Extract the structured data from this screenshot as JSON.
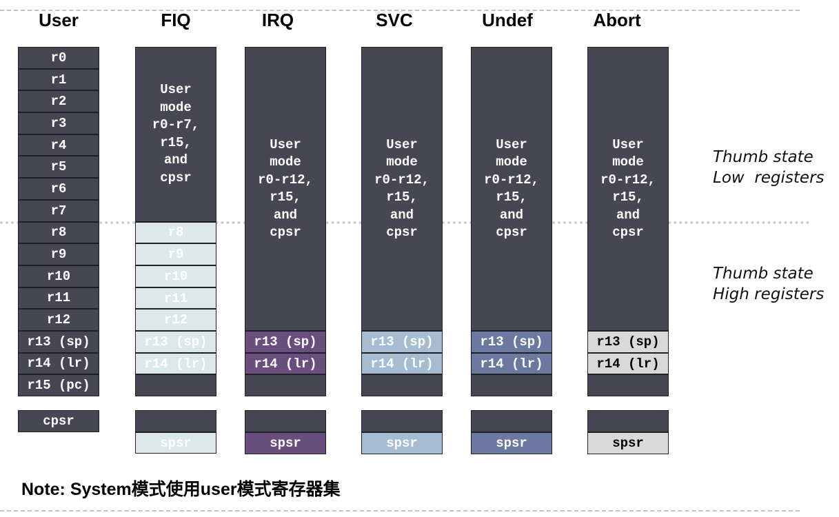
{
  "headers": [
    "User",
    "FIQ",
    "IRQ",
    "SVC",
    "Undef",
    "Abort"
  ],
  "user_regs": [
    "r0",
    "r1",
    "r2",
    "r3",
    "r4",
    "r5",
    "r6",
    "r7",
    "r8",
    "r9",
    "r10",
    "r11",
    "r12",
    "r13 (sp)",
    "r14 (lr)",
    "r15 (pc)"
  ],
  "user_cpsr": "cpsr",
  "fiq_shared": "User\nmode\nr0-r7,\nr15,\nand\ncpsr",
  "fiq_banked": [
    "r8",
    "r9",
    "r10",
    "r11",
    "r12",
    "r13 (sp)",
    "r14 (lr)"
  ],
  "mode_shared": "User\nmode\nr0-r12,\nr15,\nand\ncpsr",
  "banked_sp": "r13 (sp)",
  "banked_lr": "r14 (lr)",
  "spsr": "spsr",
  "thumb_low": "Thumb state\nLow  registers",
  "thumb_high": "Thumb state\nHigh registers",
  "note": "Note: System模式使用user模式寄存器集",
  "colors": {
    "register_dark": "#474753",
    "fiq_banked": "#dde8e8",
    "irq_banked": "#6a4e7e",
    "svc_banked": "#a6bcd2",
    "undef_banked": "#6b789f",
    "abort_banked": "#d9d9d9"
  }
}
